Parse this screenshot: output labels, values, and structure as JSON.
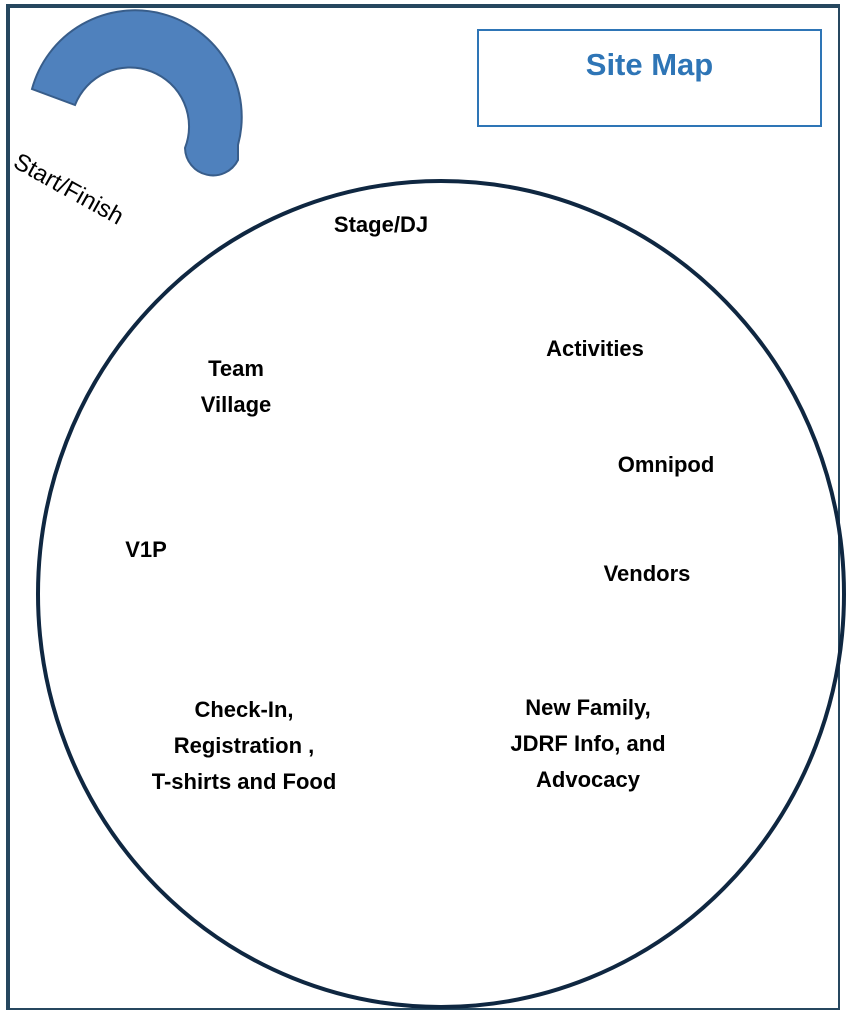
{
  "title": "Site Map",
  "start_finish": {
    "label": "Start/Finish",
    "color": "#4f81bd",
    "stroke": "#385d8a"
  },
  "loop": {
    "stroke": "#0f2741"
  },
  "areas": [
    {
      "id": "stage-dj",
      "label": "Stage/DJ"
    },
    {
      "id": "activities",
      "label": "Activities"
    },
    {
      "id": "team-village",
      "label": "Team\nVillage"
    },
    {
      "id": "omnipod",
      "label": "Omnipod"
    },
    {
      "id": "v1p",
      "label": "V1P"
    },
    {
      "id": "vendors",
      "label": "Vendors"
    },
    {
      "id": "check-in",
      "label": "Check-In,\nRegistration ,\nT-shirts and Food"
    },
    {
      "id": "new-family",
      "label": "New Family,\nJDRF Info, and\nAdvocacy"
    }
  ]
}
